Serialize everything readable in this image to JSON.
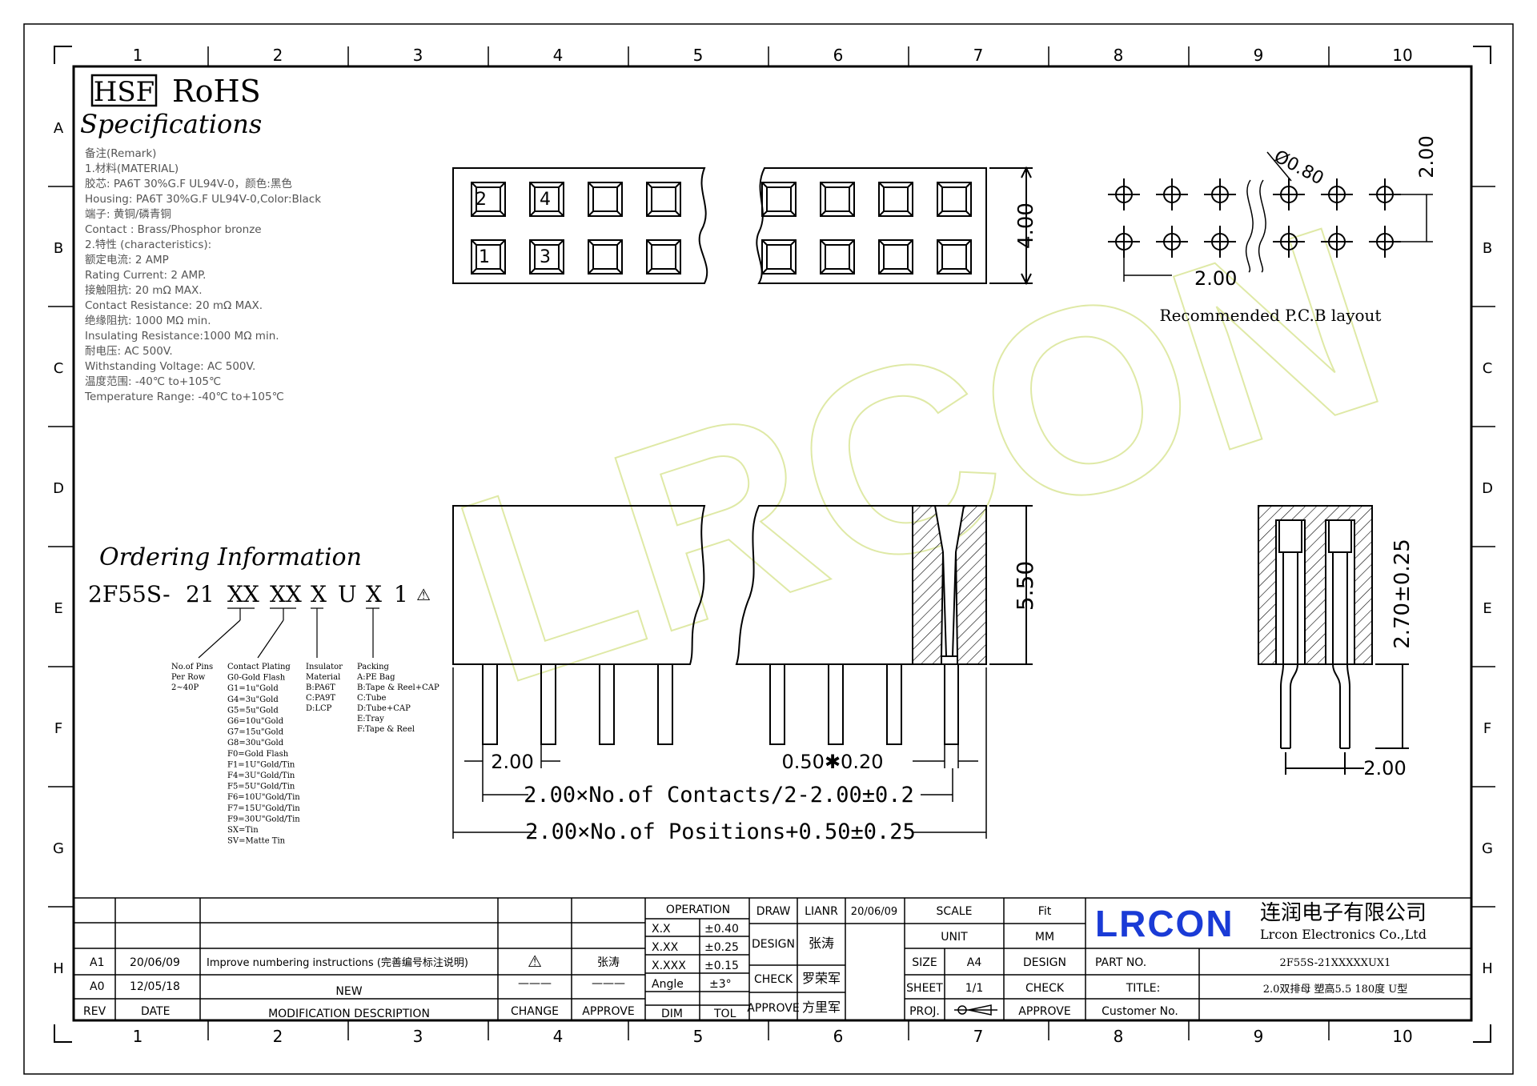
{
  "badges": {
    "hsf": "HSF",
    "rohs": "RoHS"
  },
  "spec": {
    "title": "Specifications",
    "lines": [
      "备注(Remark)",
      "1.材料(MATERIAL)",
      "胶芯: PA6T 30%G.F UL94V-0，颜色:黑色",
      "Housing: PA6T 30%G.F UL94V-0,Color:Black",
      "端子: 黄铜/磷青铜",
      "Contact : Brass/Phosphor bronze",
      "2.特性 (characteristics):",
      "额定电流: 2 AMP",
      "Rating Current: 2 AMP.",
      "接触阻抗: 20 mΩ MAX.",
      "Contact Resistance: 20 mΩ MAX.",
      "绝缘阻抗: 1000 MΩ min.",
      "Insulating Resistance:1000 MΩ min.",
      "耐电压: AC 500V.",
      "Withstanding Voltage: AC 500V.",
      "温度范围: -40℃ to+105℃",
      "Temperature Range: -40℃ to+105℃"
    ]
  },
  "ordering": {
    "title": "Ordering Information",
    "code": [
      "2F55S-",
      "21",
      "XX",
      "XX",
      "X",
      "U",
      "X",
      "1",
      "⚠"
    ],
    "legend": {
      "pins": [
        "No.of Pins",
        "Per Row",
        "2~40P"
      ],
      "plating": [
        "Contact Plating",
        "G0-Gold Flash",
        "G1=1u\"Gold",
        "G4=3u\"Gold",
        "G5=5u\"Gold",
        "G6=10u\"Gold",
        "G7=15u\"Gold",
        "G8=30u\"Gold",
        "F0=Gold Flash",
        "F1=1U\"Gold/Tin",
        "F4=3U\"Gold/Tin",
        "F5=5U\"Gold/Tin",
        "F6=10U\"Gold/Tin",
        "F7=15U\"Gold/Tin",
        "F9=30U\"Gold/Tin",
        "SX=Tin",
        "SV=Matte Tin"
      ],
      "insulator": [
        "Insulator",
        "Material",
        "B:PA6T",
        "C:PA9T",
        "D:LCP"
      ],
      "packing": [
        "Packing",
        "A:PE Bag",
        "B:Tape & Reel+CAP",
        "C:Tube",
        "D:Tube+CAP",
        "E:Tray",
        "F:Tape & Reel"
      ]
    }
  },
  "top_view": {
    "pins_top": [
      "2",
      "4"
    ],
    "pins_bottom": [
      "1",
      "3"
    ],
    "height_dim": "4.00"
  },
  "pcb": {
    "hole_dim": "Ø0.80",
    "pitch_v": "2.00",
    "pitch_h": "2.00",
    "caption": "Recommended P.C.B layout"
  },
  "front_view": {
    "height_dim": "5.50",
    "pitch": "2.00",
    "pin_dim": "0.50✱0.20",
    "contacts_dim": "2.00×No.of Contacts/2-2.00±0.2",
    "positions_dim": "2.00×No.of Positions+0.50±0.25"
  },
  "side_view": {
    "tail_dim": "2.70±0.25",
    "row_pitch": "2.00"
  },
  "grid": {
    "cols": [
      "1",
      "2",
      "3",
      "4",
      "5",
      "6",
      "7",
      "8",
      "9",
      "10"
    ],
    "rows": [
      "A",
      "B",
      "C",
      "D",
      "E",
      "F",
      "G",
      "H"
    ]
  },
  "title_block": {
    "rev_rows": [
      {
        "rev": "A1",
        "date": "20/06/09",
        "desc": "Improve numbering instructions (完善编号标注说明)",
        "change": "⚠",
        "approve": "张涛"
      },
      {
        "rev": "A0",
        "date": "12/05/18",
        "desc": "NEW",
        "change": "———",
        "approve": "———"
      }
    ],
    "rev_headers": {
      "rev": "REV",
      "date": "DATE",
      "desc": "MODIFICATION DESCRIPTION",
      "change": "CHANGE",
      "approve": "APPROVE"
    },
    "tol": {
      "header": "OPERATION",
      "rows": [
        [
          "X.X",
          "±0.40"
        ],
        [
          "X.XX",
          "±0.25"
        ],
        [
          "X.XXX",
          "±0.15"
        ],
        [
          "Angle",
          "±3°"
        ]
      ],
      "dim": "DIM",
      "tol": "TOL"
    },
    "draw": {
      "draw_label": "DRAW",
      "draw_name": "LIANR",
      "draw_date": "20/06/09",
      "design_label": "DESIGN",
      "design_name": "张涛",
      "check_label": "CHECK",
      "check_name": "罗荣军",
      "approve_label": "APPROVE",
      "approve_name": "方里军"
    },
    "scale": {
      "scale_label": "SCALE",
      "scale_val": "Fit",
      "unit_label": "UNIT",
      "unit_val": "MM",
      "size_label": "SIZE",
      "size_val": "A4",
      "sheet_label": "SHEET",
      "sheet_val": "1/1",
      "proj_label": "PROJ.",
      "design_label": "DESIGN",
      "check_label": "CHECK",
      "approve_label": "APPROVE"
    },
    "company": {
      "logo": "LRCON",
      "cn": "连润电子有限公司",
      "en": "Lrcon Electronics Co.,Ltd"
    },
    "part": {
      "part_label": "PART NO.",
      "part_val": "2F55S-21XXXXXUX1",
      "title_label": "TITLE:",
      "title_val": "2.0双排母 塑高5.5 180度 U型",
      "cust_label": "Customer No."
    }
  },
  "watermark": "LRCON",
  "colors": {
    "line": "#000000",
    "logo": "#1a3bd6",
    "watermark": "#dfe9a6"
  }
}
